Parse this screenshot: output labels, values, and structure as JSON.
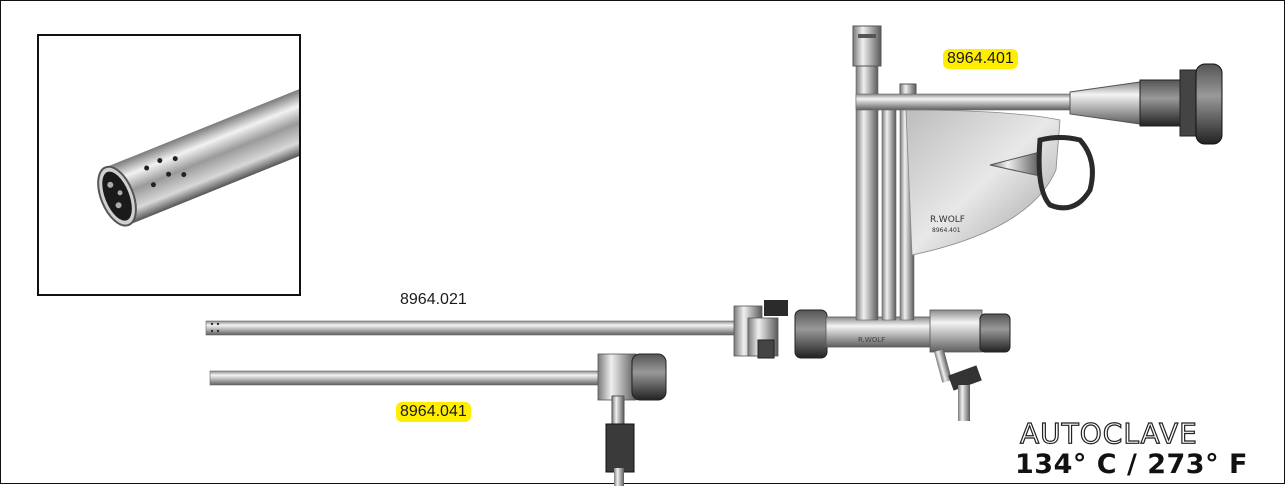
{
  "labels": {
    "telescope": "8964.401",
    "sheath_upper": "8964.021",
    "sheath_lower": "8964.041"
  },
  "engravings": {
    "brand_plate": "R.WOLF",
    "plate_number": "8964.401",
    "body_brand": "R.WOLF"
  },
  "autoclave": {
    "title": "AUTOCLAVE",
    "temperature": "134° C / 273° F"
  },
  "colors": {
    "highlight": "#ffee00",
    "border": "#111111",
    "steel_light": "#e6e6e6",
    "steel_dark": "#6a6a6a"
  }
}
